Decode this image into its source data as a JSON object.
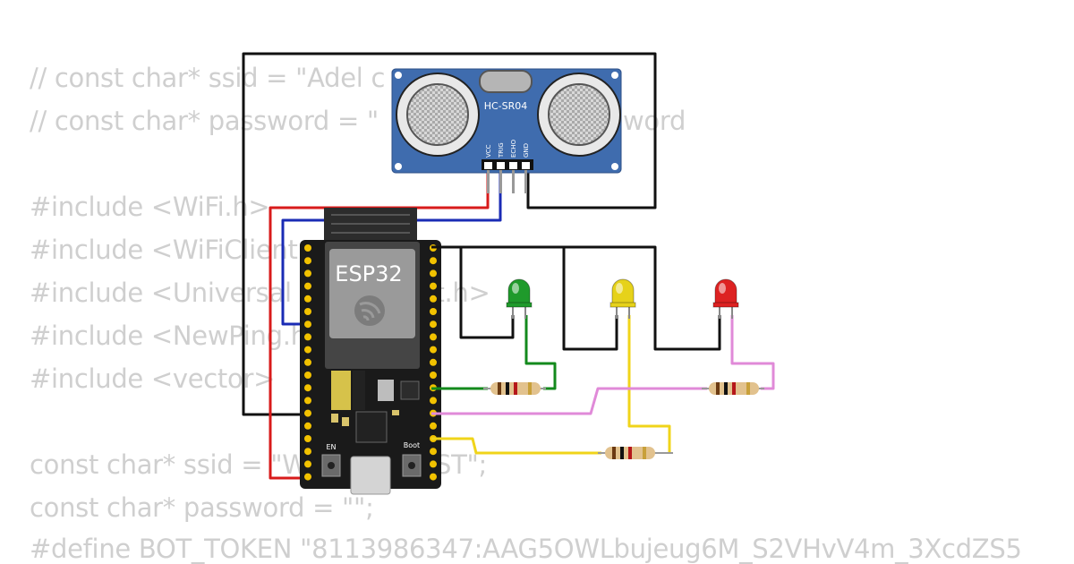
{
  "code_lines": [
    "// const char* ssid = \"Adel c",
    "// const char* password = \"",
    "#include <WiFi.h>",
    "#include <WiFiClient",
    "#include <Universal",
    "#include <NewPing.h",
    "#include <vector>",
    "const char* ssid = \"W",
    "const char* password = \"\";",
    "#define BOT_TOKEN \"8113986347:AAG5OWLbujeug6M_S2VHvV4m_3XcdZS5"
  ],
  "code_fragments": {
    "password_tail": "word",
    "include_tail": "ot.h>",
    "ssid_tail": "ST\";"
  },
  "sensor": {
    "label": "HC-SR04",
    "pins": [
      "VCC",
      "TRIG",
      "ECHO",
      "GND"
    ]
  },
  "board": {
    "label": "ESP32",
    "button_en": "EN",
    "button_boot": "Boot"
  },
  "leds": [
    {
      "name": "green",
      "color": "#1f9a2b"
    },
    {
      "name": "yellow",
      "color": "#e6d21a"
    },
    {
      "name": "red",
      "color": "#dd2222"
    }
  ],
  "wire_colors": {
    "black": "#111111",
    "red": "#d81b1b",
    "blue": "#1a2bb5",
    "green": "#138a1c",
    "pink": "#e08ad8",
    "yellow": "#f0d41a"
  }
}
